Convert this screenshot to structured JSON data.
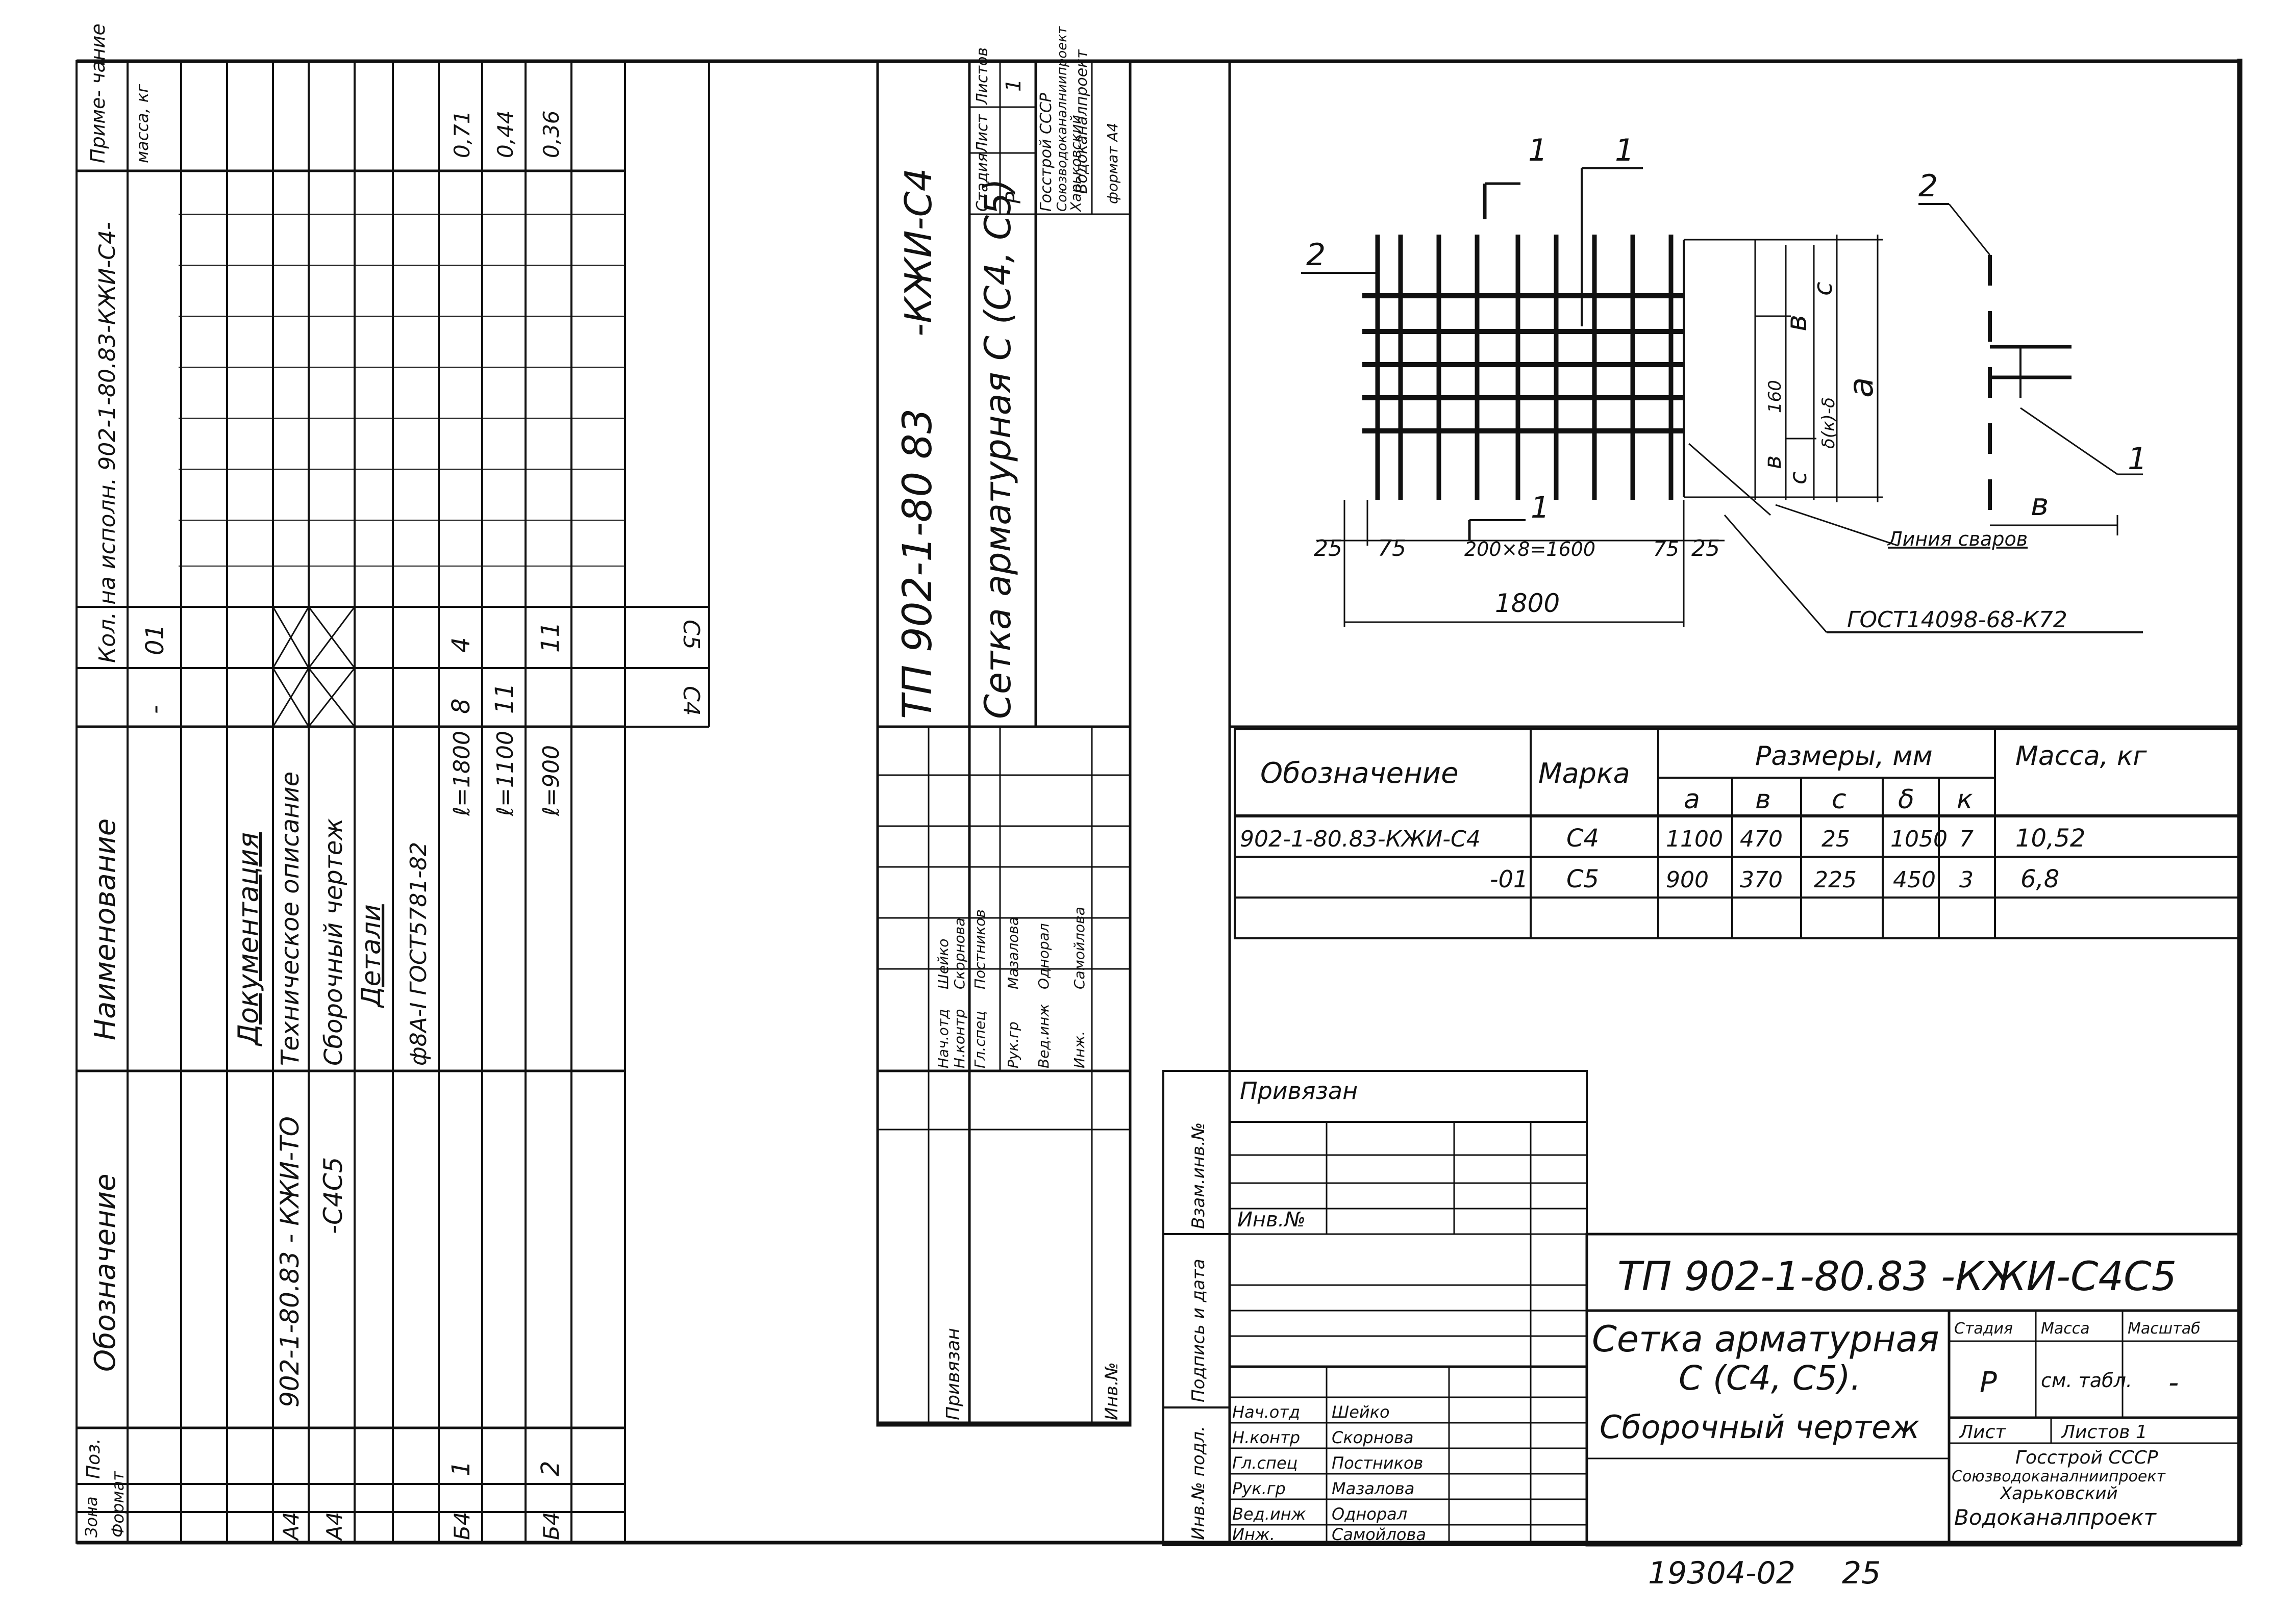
{
  "left_spec": {
    "headers": {
      "format": "Формат",
      "zone": "Зона",
      "pos": "Поз.",
      "designation": "Обозначение",
      "name": "Наименование",
      "qty": "Кол. на исполн. 902-1-80.83-КЖИ-С4-",
      "note": "Приме- чание",
      "mass_kg": "масса, кг"
    },
    "col_dash": "-",
    "col_01": "01",
    "rows": [
      {
        "name": "Документация"
      },
      {
        "format": "А4",
        "designation": "902-1-80.83 - КЖИ-ТО",
        "name": "Техническое описание"
      },
      {
        "format": "А4",
        "designation": "-С4С5",
        "name": "Сборочный чертеж"
      },
      {
        "name": "Детали"
      },
      {
        "name": "ф8А-I ГОСТ5781-82"
      },
      {
        "format": "Б4",
        "pos": "1",
        "name": "ℓ=1800",
        "q1": "8",
        "q2": "4",
        "note": "0,71"
      },
      {
        "name": "ℓ=1100",
        "q1": "11",
        "note": "0,44"
      },
      {
        "format": "Б4",
        "pos": "2",
        "name": "ℓ=900",
        "q2": "11",
        "note": "0,36"
      }
    ],
    "c4_label": "С4",
    "c5_label": "С5"
  },
  "middle_stamp": {
    "code": "ТП 902-1-80 83",
    "code_suffix": "-КЖИ-С4",
    "title": "Сетка арматурная С (С4, С5)",
    "stage_h": "Стадия",
    "sheet_h": "Лист",
    "sheets_h": "Листов",
    "stage": "Р",
    "sheet": "",
    "sheets": "1",
    "org1": "Госстрой СССР",
    "org2": "Союзводоканалниипроект",
    "org3": "Харьковский",
    "org4": "Водоканалпроект",
    "format": "формат А4",
    "roles": [
      {
        "role": "Нач.отд",
        "name": "Шейко"
      },
      {
        "role": "Н.контр",
        "name": "Скорнова"
      },
      {
        "role": "Гл.спец",
        "name": "Постников"
      },
      {
        "role": "Рук.гр",
        "name": "Мазалова"
      },
      {
        "role": "Вед.инж",
        "name": "Однорал"
      },
      {
        "role": "Инж.",
        "name": "Самойлова"
      }
    ],
    "bound": "Привязан",
    "inv": "Инв.№"
  },
  "drawing": {
    "leader_1": "1",
    "leader_2": "2",
    "dim_25a": "25",
    "dim_75a": "75",
    "dim_mid": "200×8=1600",
    "dim_75b": "75",
    "dim_25b": "25",
    "dim_1800": "1800",
    "dim_b": "в",
    "dim_160": "160",
    "dim_c": "с",
    "dim_a": "а",
    "dim_bk": "δ(к)-δ",
    "weld": "Линия сваров",
    "gost": "ГОСТ14098-68-К72",
    "side_b": "в"
  },
  "table": {
    "h_designation": "Обозначение",
    "h_mark": "Марка",
    "h_sizes": "Размеры, мм",
    "h_mass": "Масса, кг",
    "sub": [
      "а",
      "в",
      "с",
      "δ",
      "к"
    ],
    "rows": [
      {
        "designation": "902-1-80.83-КЖИ-С4",
        "mark": "С4",
        "a": "1100",
        "b": "470",
        "c": "25",
        "d": "1050",
        "k": "7",
        "mass": "10,52"
      },
      {
        "designation": "-01",
        "mark": "С5",
        "a": "900",
        "b": "370",
        "c": "225",
        "d": "450",
        "k": "3",
        "mass": "6,8"
      }
    ]
  },
  "side_strip": {
    "s1": "Взам.инв.№",
    "s2": "Подпись и дата",
    "s3": "Инв.№ подл."
  },
  "privyazan": "Привязан",
  "inv_no": "Инв.№",
  "main_stamp": {
    "code": "ТП 902-1-80.83 -КЖИ-С4С5",
    "title1": "Сетка арматурная",
    "title2": "С (С4, С5).",
    "title3": "Сборочный чертеж",
    "stage_h": "Стадия",
    "mass_h": "Масса",
    "scale_h": "Масштаб",
    "stage": "Р",
    "mass": "см. табл.",
    "scale": "-",
    "sheet_h": "Лист",
    "sheets_h": "Листов 1",
    "org1": "Госстрой СССР",
    "org2": "Союзводоканалниипроект",
    "org3": "Харьковский",
    "org4": "Водоканалпроект",
    "roles": [
      {
        "role": "Нач.отд",
        "name": "Шейко"
      },
      {
        "role": "Н.контр",
        "name": "Скорнова"
      },
      {
        "role": "Гл.спец",
        "name": "Постников"
      },
      {
        "role": "Рук.гр",
        "name": "Мазалова"
      },
      {
        "role": "Вед.инж",
        "name": "Однорал"
      },
      {
        "role": "Инж.",
        "name": "Самойлова"
      }
    ]
  },
  "footer": {
    "number": "19304-02",
    "page": "25"
  }
}
